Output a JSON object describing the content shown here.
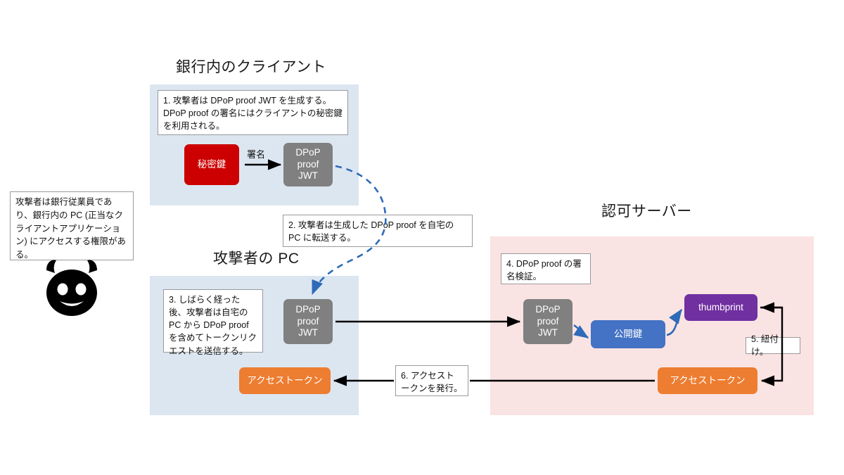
{
  "diagram": {
    "title_client": "銀行内のクライアント",
    "title_attacker_pc": "攻撃者の PC",
    "title_auth_server": "認可サーバー",
    "attacker_note": "攻撃者は銀行従業員であり、銀行内の PC (正当なクライアントアプリケーション) にアクセスする権限がある。",
    "devil_icon": "devil-face-icon",
    "steps": {
      "step1": "1. 攻撃者は DPoP proof JWT を生成する。DPoP proof の署名にはクライアントの秘密鍵を利用される。",
      "step2": "2. 攻撃者は生成した DPoP proof を自宅の PC に転送する。",
      "step3": "3. しばらく経った後、攻撃者は自宅の PC から DPoP proof を含めてトークンリクエストを送信する。",
      "step4": "4. DPoP proof の署名検証。",
      "step5": "5. 紐付け。",
      "step6": "6. アクセストークンを発行。"
    },
    "nodes": {
      "private_key": "秘密鍵",
      "sign_label": "署名",
      "dpop_proof_jwt": "DPoP\nproof\nJWT",
      "dpop_line1": "DPoP",
      "dpop_line2": "proof",
      "dpop_line3": "JWT",
      "public_key": "公開鍵",
      "thumbprint": "thumbprint",
      "access_token": "アクセストークン"
    },
    "colors": {
      "panel_blue": "#DCE6F1",
      "panel_pink": "#FAE3E3",
      "gray": "#808080",
      "red": "#CC0000",
      "blue": "#4472C4",
      "purple": "#7030A0",
      "orange": "#ED7D31",
      "arrow_black": "#000000",
      "arrow_blue": "#2E6BB8"
    }
  }
}
